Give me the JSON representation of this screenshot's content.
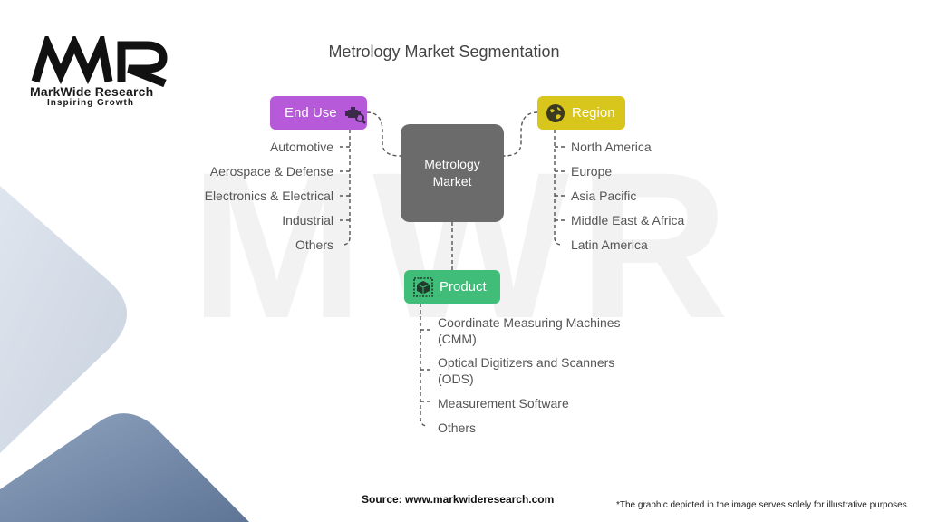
{
  "brand": {
    "name": "MarkWide Research",
    "tagline": "Inspiring Growth",
    "logo_letters": "MWR"
  },
  "title": "Metrology Market Segmentation",
  "center": {
    "line1": "Metrology",
    "line2": "Market"
  },
  "end_use": {
    "label": "End Use",
    "icon": "engine-icon",
    "color": "#b65ad9",
    "items": [
      "Automotive",
      "Aerospace & Defense",
      "Electronics & Electrical",
      "Industrial",
      "Others"
    ]
  },
  "region": {
    "label": "Region",
    "icon": "globe-icon",
    "color": "#d8c61c",
    "items": [
      "North America",
      "Europe",
      "Asia Pacific",
      "Middle East & Africa",
      "Latin America"
    ]
  },
  "product": {
    "label": "Product",
    "icon": "box-icon",
    "color": "#3fbd79",
    "items": [
      {
        "line1": "Coordinate Measuring Machines",
        "line2": "(CMM)"
      },
      {
        "line1": "Optical Digitizers and Scanners",
        "line2": "(ODS)"
      },
      {
        "line1": "Measurement Software",
        "line2": ""
      },
      {
        "line1": "Others",
        "line2": ""
      }
    ]
  },
  "footer": {
    "source": "Source: www.markwideresearch.com",
    "note": "*The graphic depicted in the image serves solely for illustrative purposes"
  }
}
